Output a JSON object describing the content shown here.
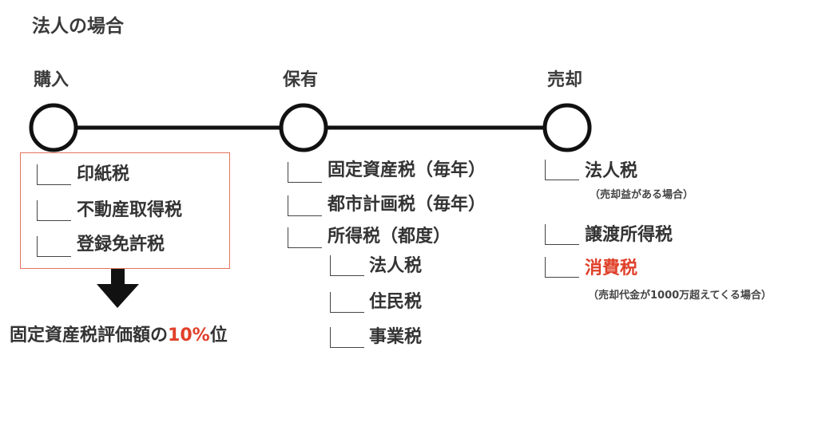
{
  "title": "法人の場合",
  "stages": {
    "purchase": "購入",
    "holding": "保有",
    "sale": "売却"
  },
  "purchase_taxes": [
    "印紙税",
    "不動産取得税",
    "登録免許税"
  ],
  "purchase_note": {
    "prefix": "固定資産税評価額の",
    "highlight": "10%",
    "suffix": "位"
  },
  "holding_taxes": [
    "固定資産税（毎年）",
    "都市計画税（毎年）",
    "所得税（都度）"
  ],
  "income_subtaxes": [
    "法人税",
    "住民税",
    "事業税"
  ],
  "sale_taxes": {
    "corporate_tax": "法人税",
    "corporate_tax_note": "（売却益がある場合）",
    "transfer_income_tax": "譲渡所得税",
    "consumption_tax": "消費税",
    "consumption_tax_note": "（売却代金が1000万超えてくる場合）"
  },
  "colors": {
    "highlight": "#e0402a",
    "box_border": "#e2745e",
    "line": "#111111"
  }
}
